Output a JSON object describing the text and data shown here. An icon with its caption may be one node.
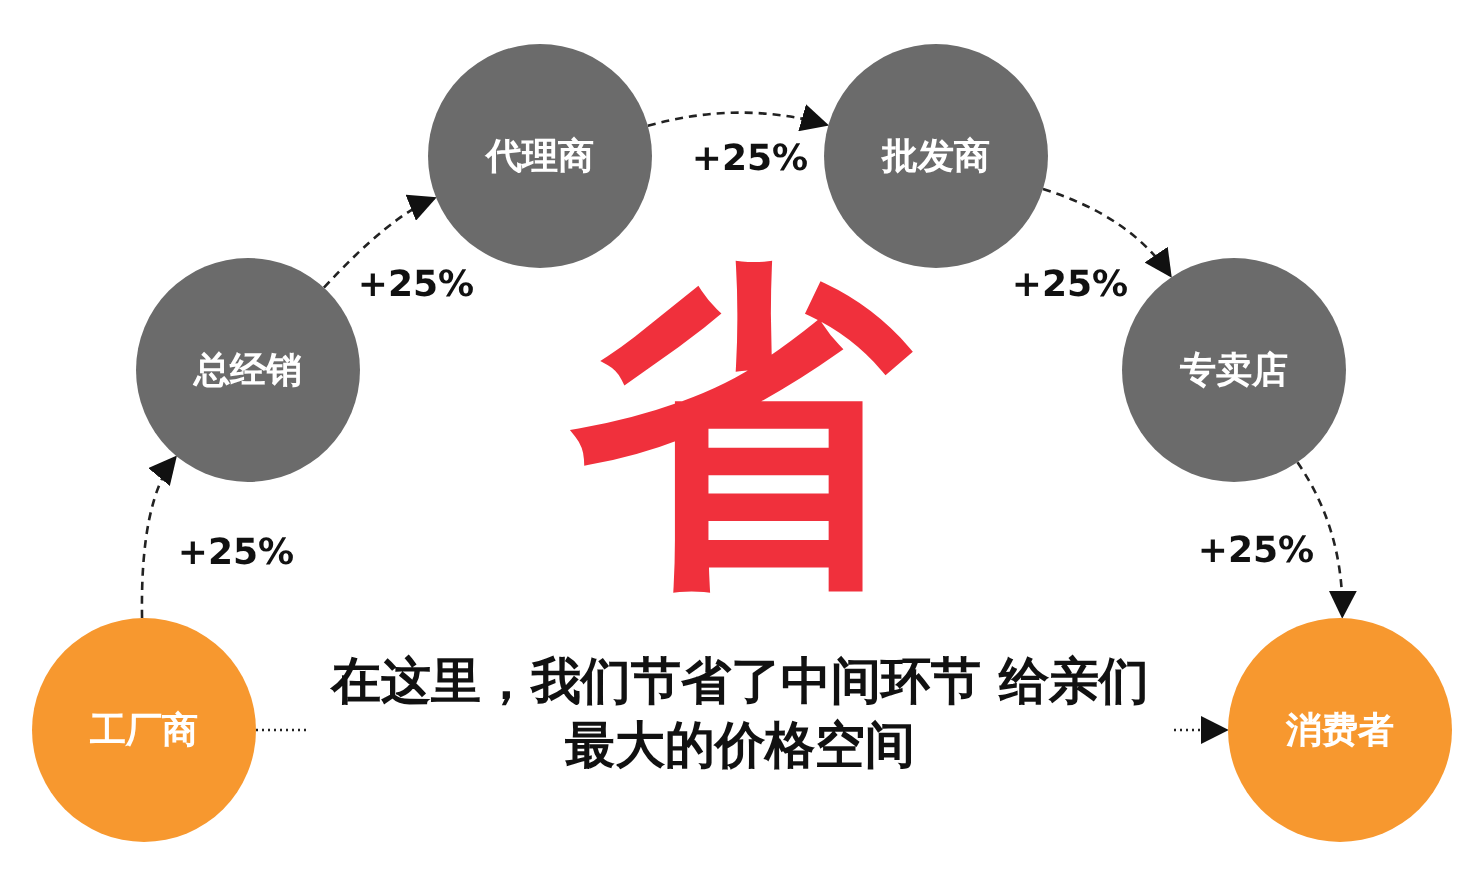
{
  "diagram": {
    "nodes": [
      {
        "text": [
          "工厂商"
        ]
      },
      {
        "text": [
          "总经销"
        ]
      },
      {
        "text": [
          "代理商"
        ]
      },
      {
        "text": [
          "批发商"
        ]
      },
      {
        "text": [
          "专卖店"
        ]
      },
      {
        "text": [
          "消费者"
        ]
      }
    ],
    "edges": [
      {
        "from": 0,
        "to": 1,
        "arrow": "to",
        "label": "+25%",
        "style": "dashed"
      },
      {
        "from": 1,
        "to": 2,
        "arrow": "to",
        "label": "+25%",
        "style": "dashed"
      },
      {
        "from": 2,
        "to": 3,
        "arrow": "to",
        "label": "+25%",
        "style": "dashed"
      },
      {
        "from": 3,
        "to": 4,
        "arrow": "to",
        "label": "+25%",
        "style": "dashed"
      },
      {
        "from": 4,
        "to": 5,
        "arrow": "to",
        "label": "+25%",
        "style": "dashed"
      },
      {
        "from": 0,
        "to": 5,
        "arrow": "to",
        "label": "在这里，我们节省了中间环节 给亲们最大的价格空间"
      }
    ],
    "labels": [
      "省"
    ]
  }
}
